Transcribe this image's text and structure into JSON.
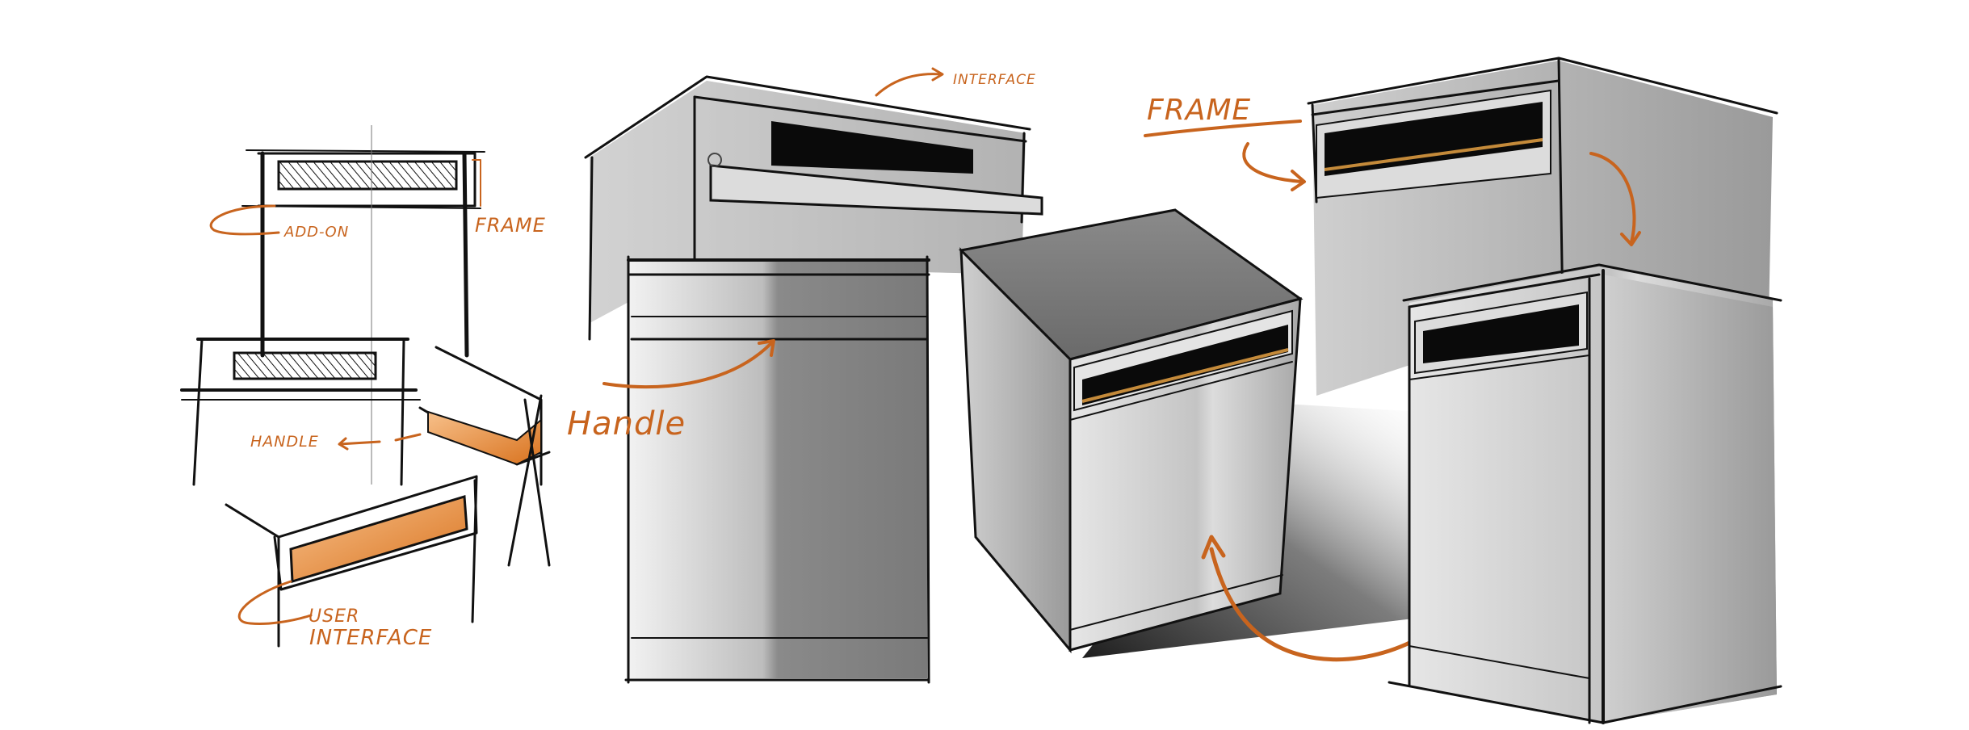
{
  "labels": {
    "add_on": "ADD-ON",
    "frame_small": "FRAME",
    "handle_small": "HANDLE",
    "user": "USER",
    "interface_small": "INTERFACE",
    "interface_top": "INTERFACE",
    "handle_large": "Handle",
    "frame_large": "FRAME"
  },
  "colors": {
    "accent": "#c8641e",
    "ink": "#111111",
    "steel_light": "#e2e2e2",
    "steel_dark": "#6e6e6e"
  }
}
